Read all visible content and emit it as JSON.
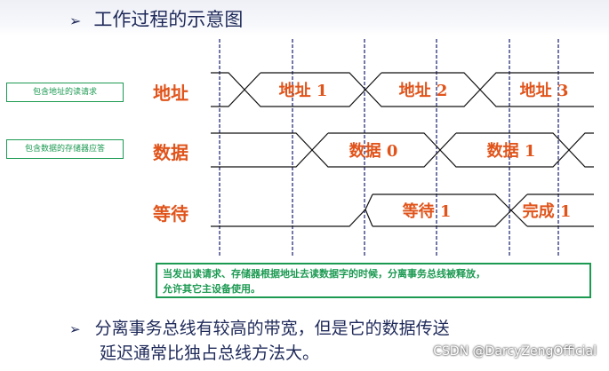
{
  "heading": {
    "arrow": "➢",
    "text": "工作过程的示意图"
  },
  "side_boxes": {
    "address_request": "包含地址的读请求",
    "data_response": "包含数据的存储器应答"
  },
  "signals": {
    "address": {
      "label": "地址",
      "segments": [
        "地址 1",
        "地址 2",
        "地址 3"
      ]
    },
    "data": {
      "label": "数据",
      "segments": [
        "数据 0",
        "数据 1"
      ]
    },
    "wait": {
      "label": "等待",
      "segments": [
        "等待 1",
        "完成 1"
      ]
    }
  },
  "note": {
    "line1": "当发出读请求、存储器根据地址去读数据字的时候，分离事务总线被释放，",
    "line2": "允许其它主设备使用。"
  },
  "bullet": {
    "arrow": "➢",
    "line1": "分离事务总线有较高的带宽，但是它的数据传送",
    "line2": "延迟通常比独占总线方法大。"
  },
  "watermark": "CSDN @DarcyZengOfficial",
  "colors": {
    "signal": "#e0541b",
    "accent_green": "#1c9a52",
    "heading": "#1f2a5a"
  }
}
